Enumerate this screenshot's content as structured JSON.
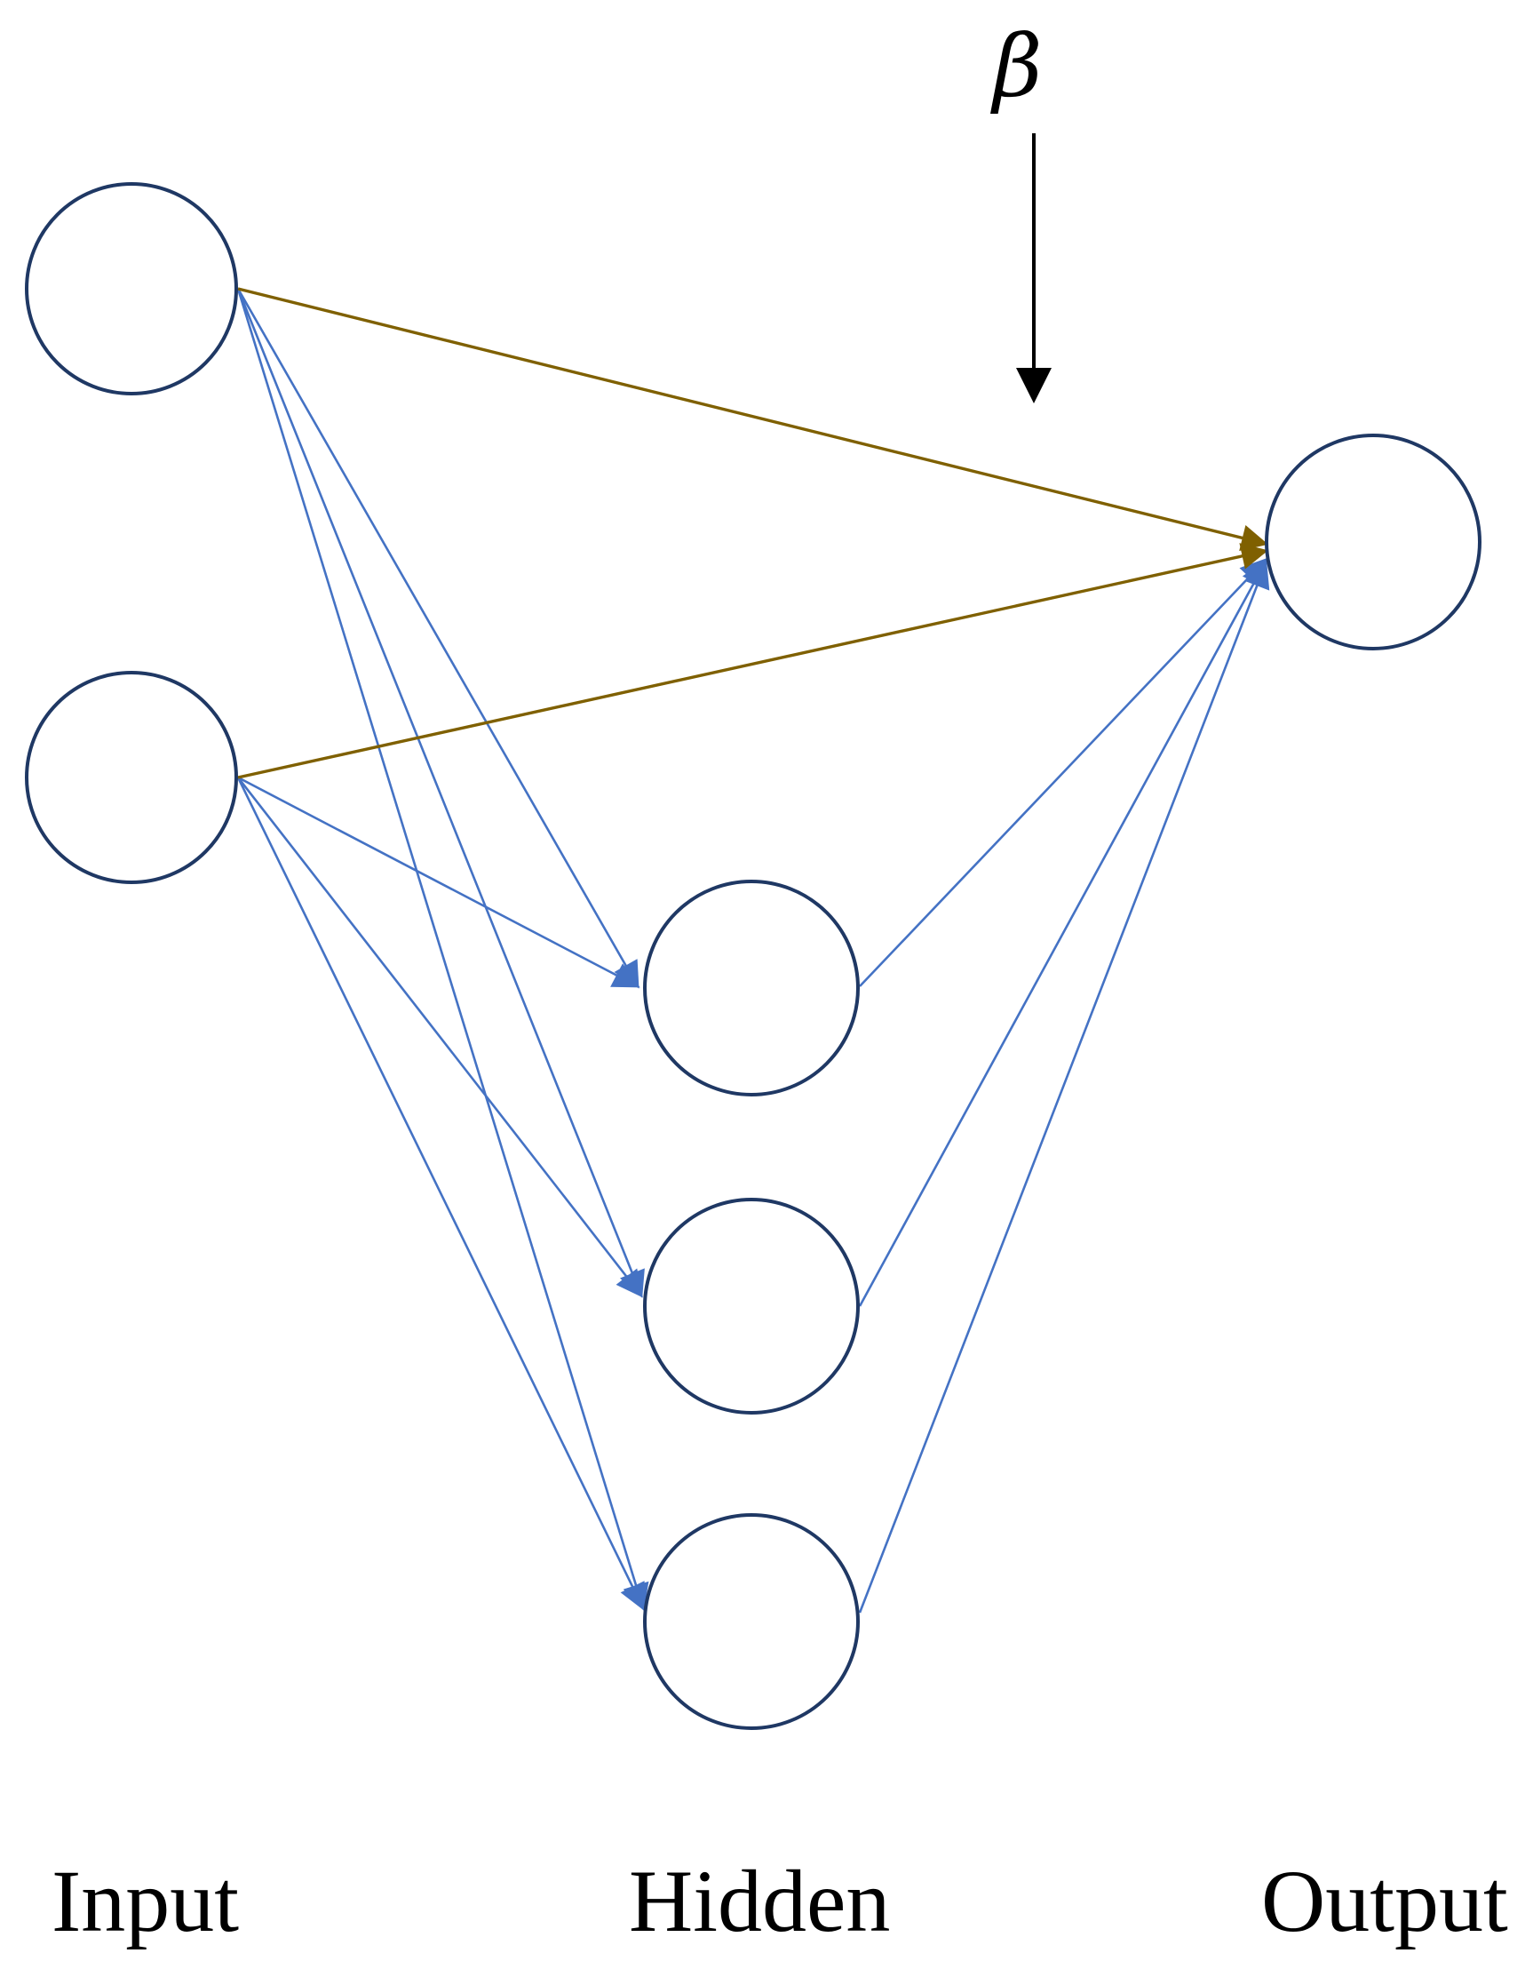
{
  "labels": {
    "input": "Input",
    "hidden": "Hidden",
    "output": "Output",
    "beta": "β"
  },
  "layers": {
    "input_nodes": 2,
    "hidden_nodes": 3,
    "output_nodes": 1
  },
  "colors": {
    "node_stroke": "#1f3864",
    "hidden_edges": "#4472c4",
    "direct_edges": "#7f6000",
    "beta_arrow": "#000000"
  }
}
